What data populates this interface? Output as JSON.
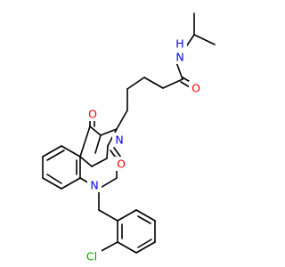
{
  "molecule": {
    "atom_labels": {
      "o_top": "O",
      "o_mid": "O",
      "o_amide": "O",
      "n_ring3": "N",
      "n_ring1": "N",
      "n_amide": "N",
      "h_amide": "H",
      "cl": "Cl"
    },
    "colors": {
      "bond": "#000000",
      "O": "#ff0000",
      "N": "#0000ff",
      "Cl": "#00a000",
      "background": "#ffffff"
    }
  }
}
